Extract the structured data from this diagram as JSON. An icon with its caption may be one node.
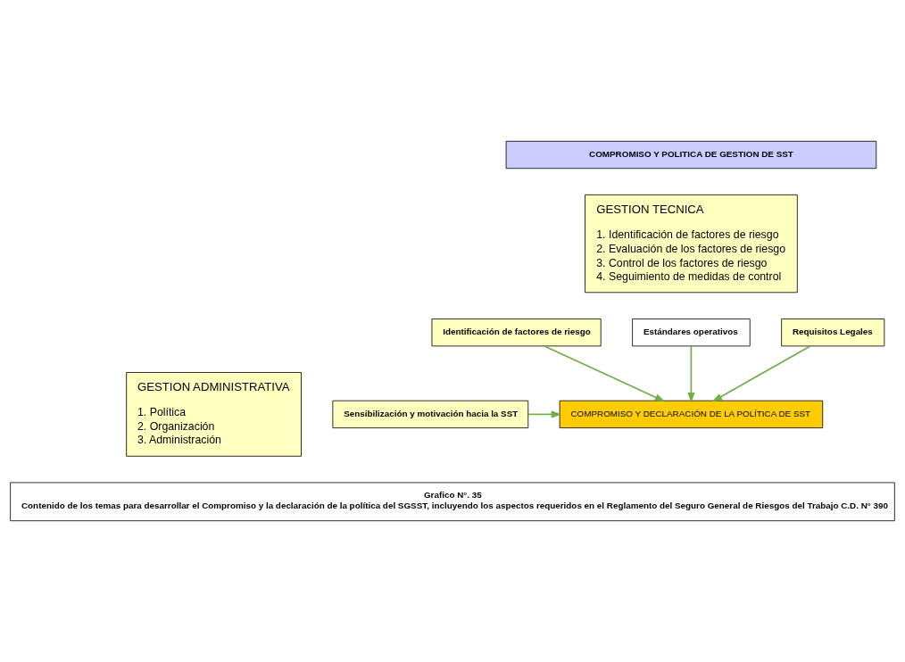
{
  "diagram": {
    "nodes": [
      {
        "text": [
          "COMPROMISO Y POLITICA DE GESTION DE SST"
        ]
      },
      {
        "text": [
          "GESTION TECNICA",
          "1. Identificación de factores de riesgo",
          "2. Evaluación de los factores de riesgo",
          "3. Control de los factores de riesgo",
          "4. Seguimiento de medidas de control"
        ]
      },
      {
        "text": [
          "Identificación de factores de riesgo"
        ]
      },
      {
        "text": [
          "Estándares operativos"
        ]
      },
      {
        "text": [
          "Requisitos Legales"
        ]
      },
      {
        "text": [
          "Sensibilización y motivación hacia la SST"
        ]
      },
      {
        "text": [
          "COMPROMISO Y DECLARACIÓN DE LA POLÍTICA DE SST"
        ]
      },
      {
        "text": [
          "GESTION ADMINISTRATIVA",
          "1. Política",
          "2. Organización",
          "3. Administración"
        ]
      },
      {
        "text": [
          "Grafico N°. 35",
          "Contenido de los temas para desarrollar el Compromiso y la declaración de la política del SGSST, incluyendo los aspectos requeridos en el Reglamento del Seguro General de Riesgos del Trabajo C.D. N° 390"
        ]
      }
    ],
    "edges": [
      {
        "from": 2,
        "to": 6,
        "arrow": "to"
      },
      {
        "from": 3,
        "to": 6,
        "arrow": "to"
      },
      {
        "from": 4,
        "to": 6,
        "arrow": "to"
      },
      {
        "from": 5,
        "to": 6,
        "arrow": "to"
      }
    ]
  }
}
